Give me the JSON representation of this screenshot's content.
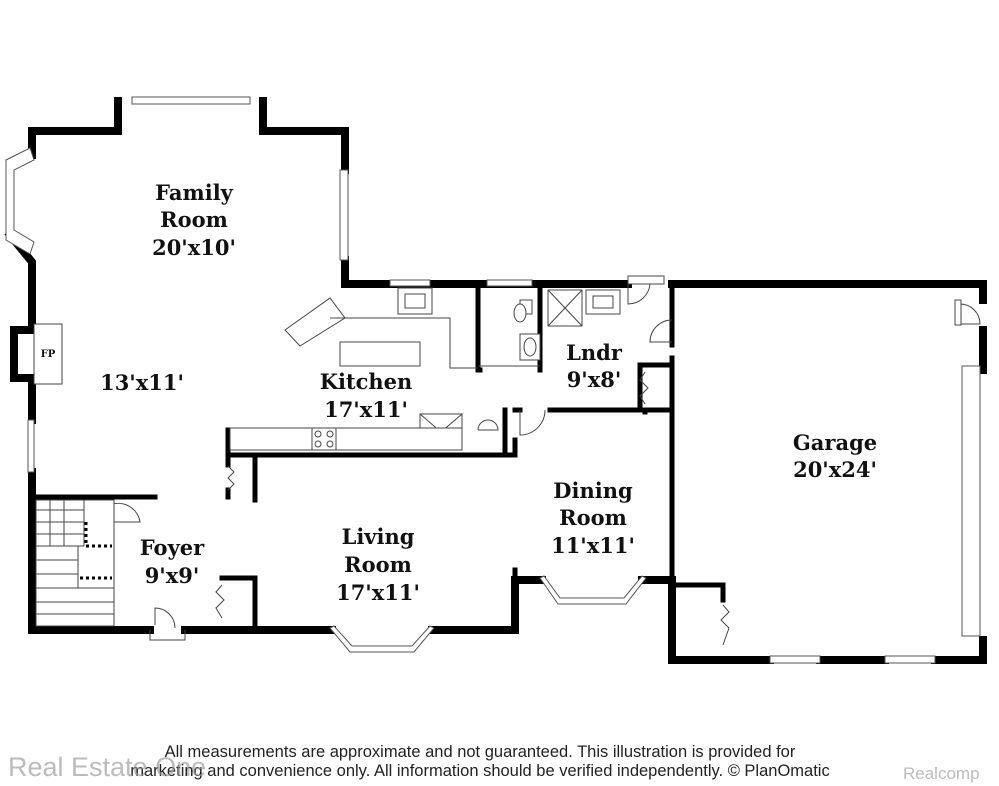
{
  "rooms": {
    "family_room": {
      "line1": "Family",
      "line2": "Room",
      "dims": "20'x10'"
    },
    "family_room_lower": {
      "dims": "13'x11'"
    },
    "kitchen": {
      "name": "Kitchen",
      "dims": "17'x11'"
    },
    "laundry": {
      "name": "Lndr",
      "dims": "9'x8'"
    },
    "garage": {
      "name": "Garage",
      "dims": "20'x24'"
    },
    "dining_room": {
      "line1": "Dining",
      "line2": "Room",
      "dims": "11'x11'"
    },
    "living_room": {
      "line1": "Living",
      "line2": "Room",
      "dims": "17'x11'"
    },
    "foyer": {
      "name": "Foyer",
      "dims": "9'x9'"
    },
    "fireplace": {
      "label": "FP"
    }
  },
  "footer": {
    "disclaimer_line1": "All measurements are approximate and not guaranteed. This illustration is provided for",
    "disclaimer_line2": "marketing and convenience only. All information should be verified independently. © PlanOmatic"
  },
  "watermarks": {
    "left": "Real Estate One",
    "right": "Realcomp"
  }
}
